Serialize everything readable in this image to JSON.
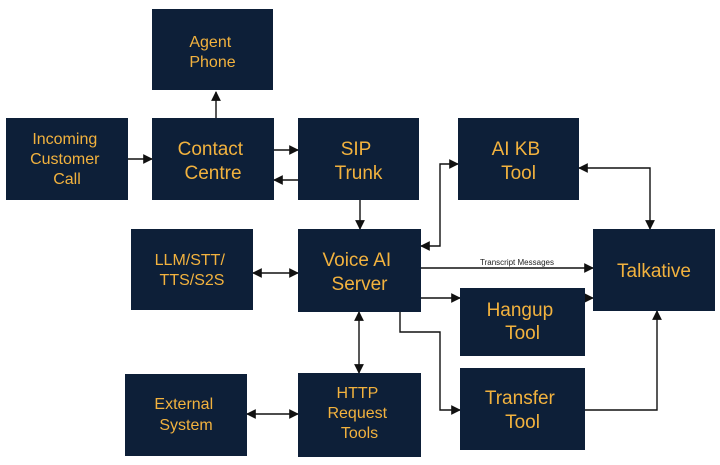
{
  "nodes": {
    "agent_phone": [
      "Agent",
      "Phone"
    ],
    "incoming_call": [
      "Incoming",
      "Customer",
      "Call"
    ],
    "contact_centre": [
      "Contact",
      "Centre"
    ],
    "sip_trunk": [
      "SIP",
      "Trunk"
    ],
    "ai_kb_tool": [
      "AI KB",
      "Tool"
    ],
    "llm": [
      "LLM/STT/",
      "TTS/S2S"
    ],
    "voice_ai_server": [
      "Voice AI",
      "Server"
    ],
    "talkative": [
      "Talkative"
    ],
    "hangup_tool": [
      "Hangup",
      "Tool"
    ],
    "external_system": [
      "External",
      "System"
    ],
    "http_tools": [
      "HTTP",
      "Request",
      "Tools"
    ],
    "transfer_tool": [
      "Transfer",
      "Tool"
    ]
  },
  "edge_labels": {
    "transcript": "Transcript Messages"
  },
  "colors": {
    "box_fill": "#0d1f38",
    "label_text": "#f2b23e",
    "connector": "#111111"
  }
}
